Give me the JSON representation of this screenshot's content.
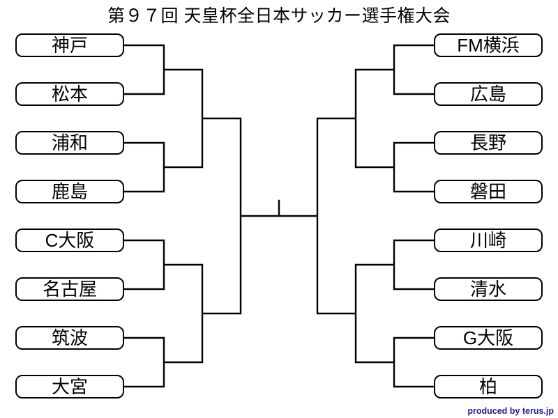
{
  "title": "第９７回 天皇杯全日本サッカー選手権大会",
  "bracket": {
    "left": [
      "神戸",
      "松本",
      "浦和",
      "鹿島",
      "C大阪",
      "名古屋",
      "筑波",
      "大宮"
    ],
    "right": [
      "FM横浜",
      "広島",
      "長野",
      "磐田",
      "川崎",
      "清水",
      "G大阪",
      "柏"
    ]
  },
  "footer": {
    "credit": "produced by terus.jp"
  },
  "colors": {
    "line": "#000000",
    "box_border": "#000000",
    "box_background": "#ffffff",
    "credit_text": "#1e1e96",
    "page_background": "#ffffff"
  }
}
